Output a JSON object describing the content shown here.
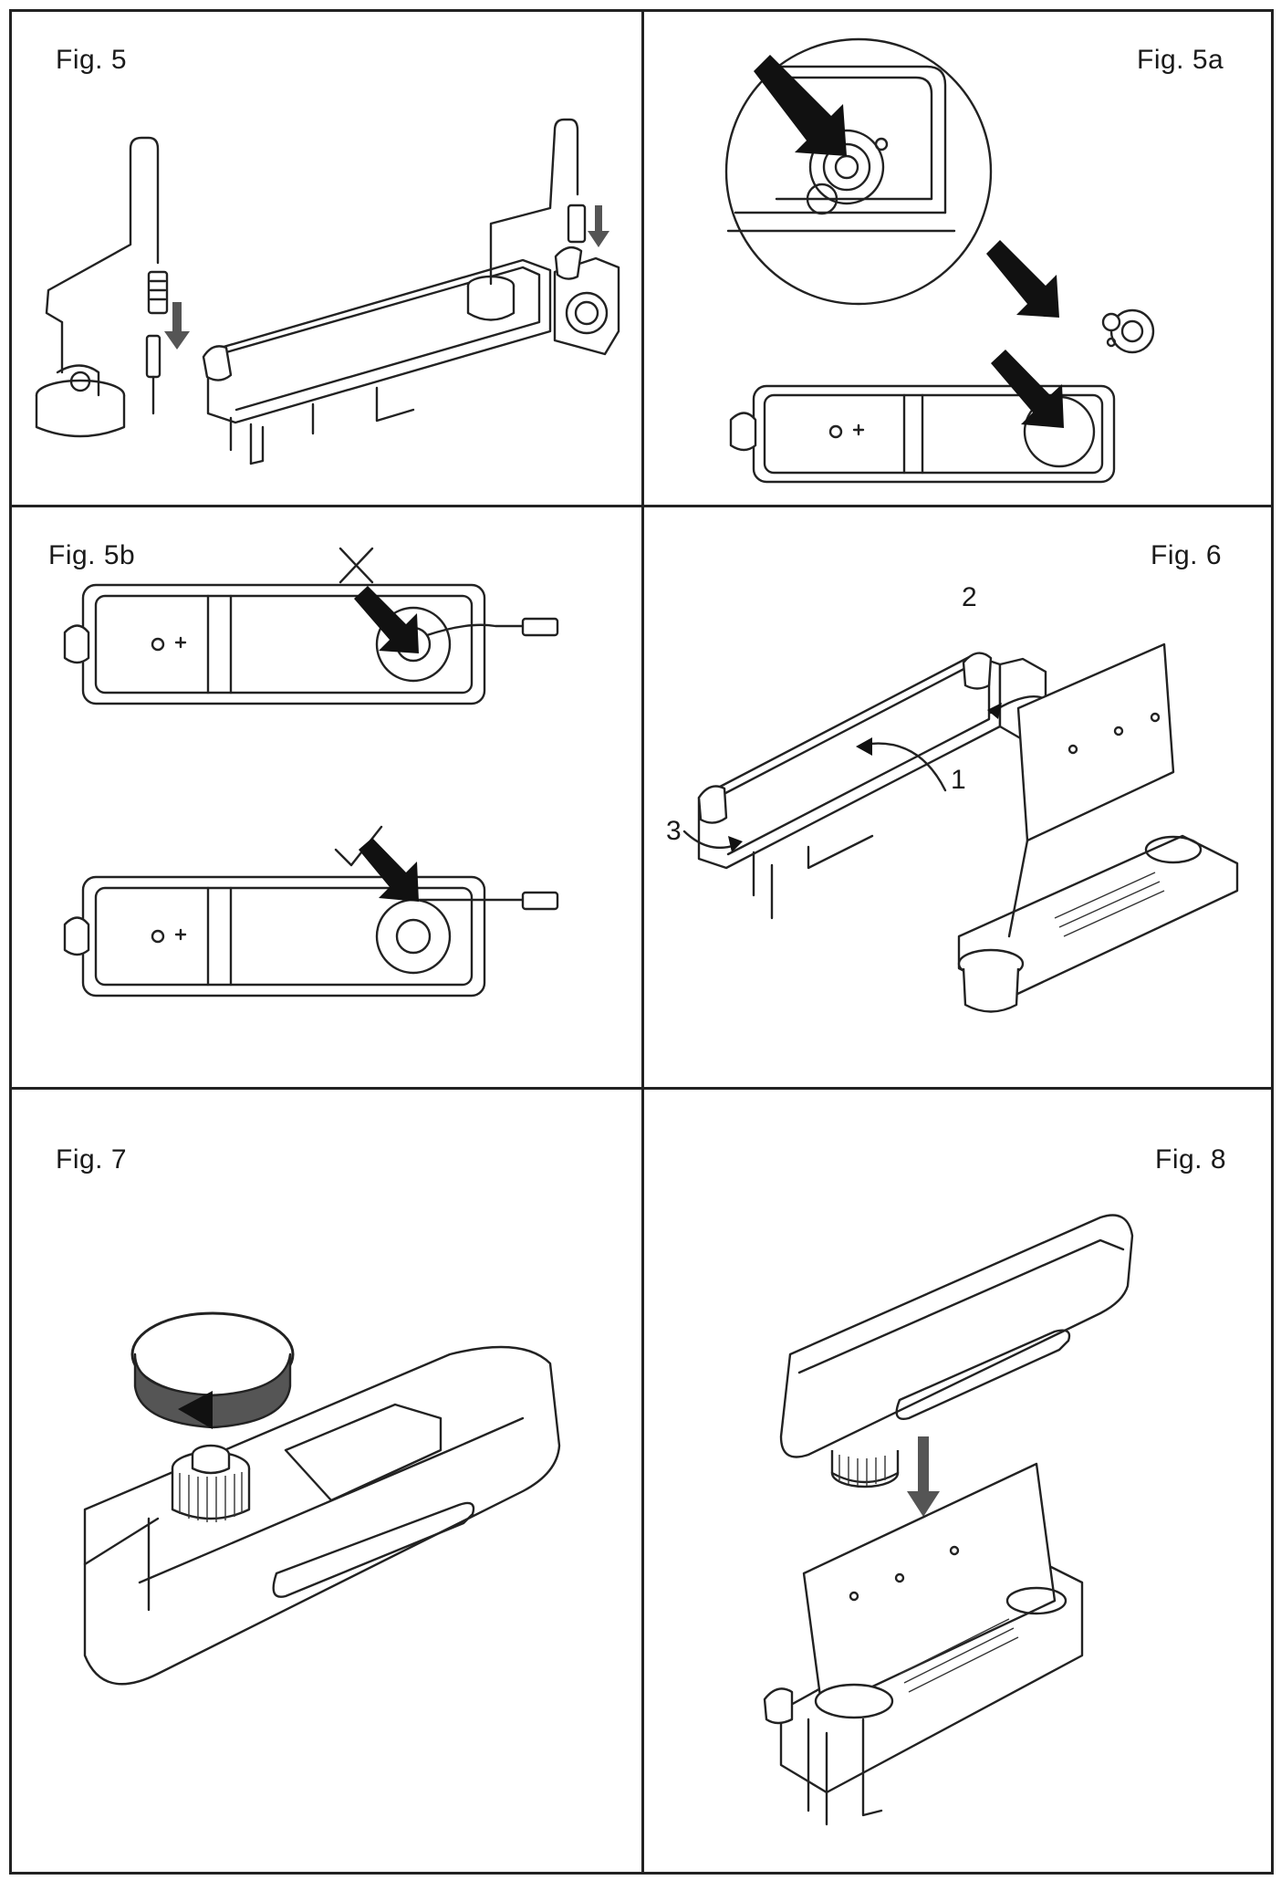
{
  "figures": {
    "fig5": {
      "label": "Fig. 5"
    },
    "fig5a": {
      "label": "Fig. 5a"
    },
    "fig5b": {
      "label": "Fig. 5b"
    },
    "fig6": {
      "label": "Fig. 6",
      "steps": [
        "1",
        "2",
        "3"
      ]
    },
    "fig7": {
      "label": "Fig. 7"
    },
    "fig8": {
      "label": "Fig. 8"
    }
  },
  "icons": {
    "wrong_mark": "cross-icon",
    "right_mark": "check-icon"
  },
  "colors": {
    "line": "#222222",
    "arrow": "#111111",
    "arrow_grey": "#555555",
    "background": "#ffffff"
  }
}
